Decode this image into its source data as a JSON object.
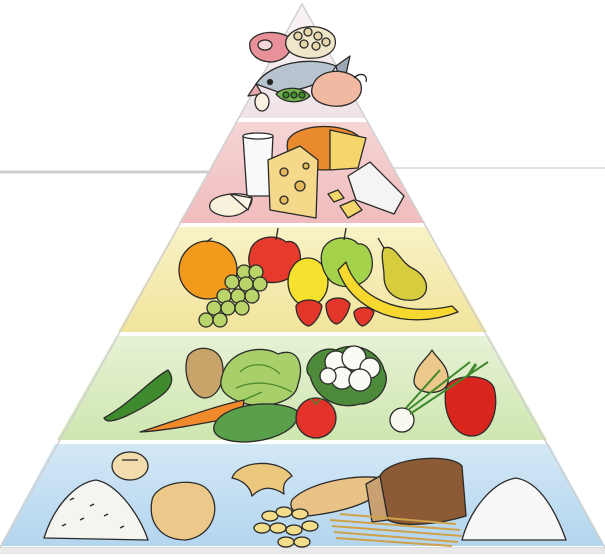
{
  "figure": {
    "kind": "food pyramid illustration",
    "tier_count": 5
  },
  "tiers": [
    {
      "level": 1,
      "background_color": "#f3e6e9",
      "icons": [
        "meat-icon",
        "fish-icon",
        "poultry-icon",
        "egg-icon",
        "peas-icon",
        "nuts-icon"
      ]
    },
    {
      "level": 2,
      "background_color": "#f3c3c4",
      "icons": [
        "milk-glass-icon",
        "cheese-wheel-icon",
        "swiss-cheese-icon",
        "camembert-icon",
        "feta-cheese-icon",
        "cheese-cube-icon"
      ]
    },
    {
      "level": 3,
      "background_color": "#f6ecb3",
      "icons": [
        "orange-icon",
        "apple-icon",
        "grapes-icon",
        "lemon-icon",
        "green-apple-icon",
        "pear-icon",
        "banana-icon",
        "strawberry-icon"
      ]
    },
    {
      "level": 4,
      "background_color": "#d9ebc0",
      "icons": [
        "chili-pepper-icon",
        "potato-icon",
        "lettuce-icon",
        "cauliflower-icon",
        "onion-icon",
        "bell-pepper-icon",
        "carrot-icon",
        "cucumber-icon",
        "tomato-icon",
        "spring-onion-icon"
      ]
    },
    {
      "level": 5,
      "background_color": "#bfdcf0",
      "icons": [
        "rice-pile-icon",
        "bread-roll-icon",
        "bread-loaf-icon",
        "croissant-icon",
        "baguette-icon",
        "rye-bread-icon",
        "pasta-icon",
        "spaghetti-icon",
        "flour-pile-icon"
      ]
    }
  ],
  "colors": {
    "tier_divider": "#ffffff",
    "pyramid_outline": "#c9c9c9",
    "connector_line": "#cfcfcf"
  }
}
